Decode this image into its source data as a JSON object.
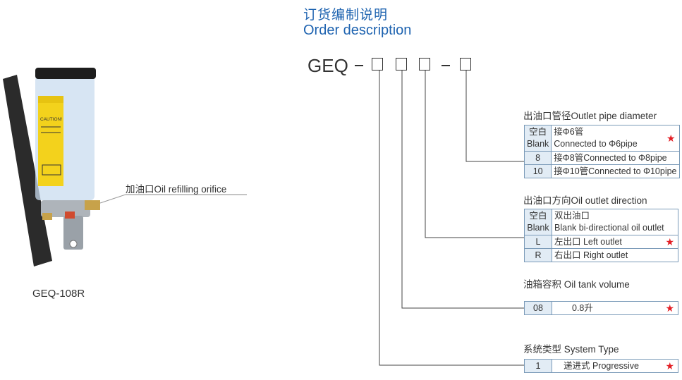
{
  "header": {
    "title_cn": "订货编制说明",
    "title_en": "Order description"
  },
  "code": {
    "prefix": "GEQ"
  },
  "product": {
    "model": "GEQ-108R",
    "label_text": "CAUTION!",
    "callout": "加油口Oil refilling orifice"
  },
  "sections": {
    "diameter": {
      "title": "出油口管径Outlet pipe diameter",
      "rows": [
        {
          "key_cn": "空白",
          "key_en": "Blank",
          "val_cn": "接Φ6管",
          "val_en": "Connected to Φ6pipe",
          "star": "★"
        },
        {
          "key": "8",
          "val": "接Φ8管Connected to Φ8pipe"
        },
        {
          "key": "10",
          "val": "接Φ10管Connected to Φ10pipe"
        }
      ]
    },
    "direction": {
      "title": "出油口方向Oil outlet direction",
      "rows": [
        {
          "key_cn": "空白",
          "key_en": "Blank",
          "val_cn": "双出油口",
          "val_en": "Blank bi-directional oil outlet"
        },
        {
          "key": "L",
          "val": "左出口 Left outlet",
          "star": "★"
        },
        {
          "key": "R",
          "val": "右出口 Right outlet"
        }
      ]
    },
    "volume": {
      "title": "油箱容积 Oil tank volume",
      "rows": [
        {
          "key": "08",
          "val": "0.8升",
          "star": "★"
        }
      ]
    },
    "system": {
      "title": "系统类型 System Type",
      "rows": [
        {
          "key": "1",
          "val": "递进式 Progressive",
          "star": "★"
        }
      ]
    }
  },
  "colors": {
    "accent": "#1e63b0",
    "star": "#e31e24",
    "cell_bg": "#e2ecf5"
  }
}
